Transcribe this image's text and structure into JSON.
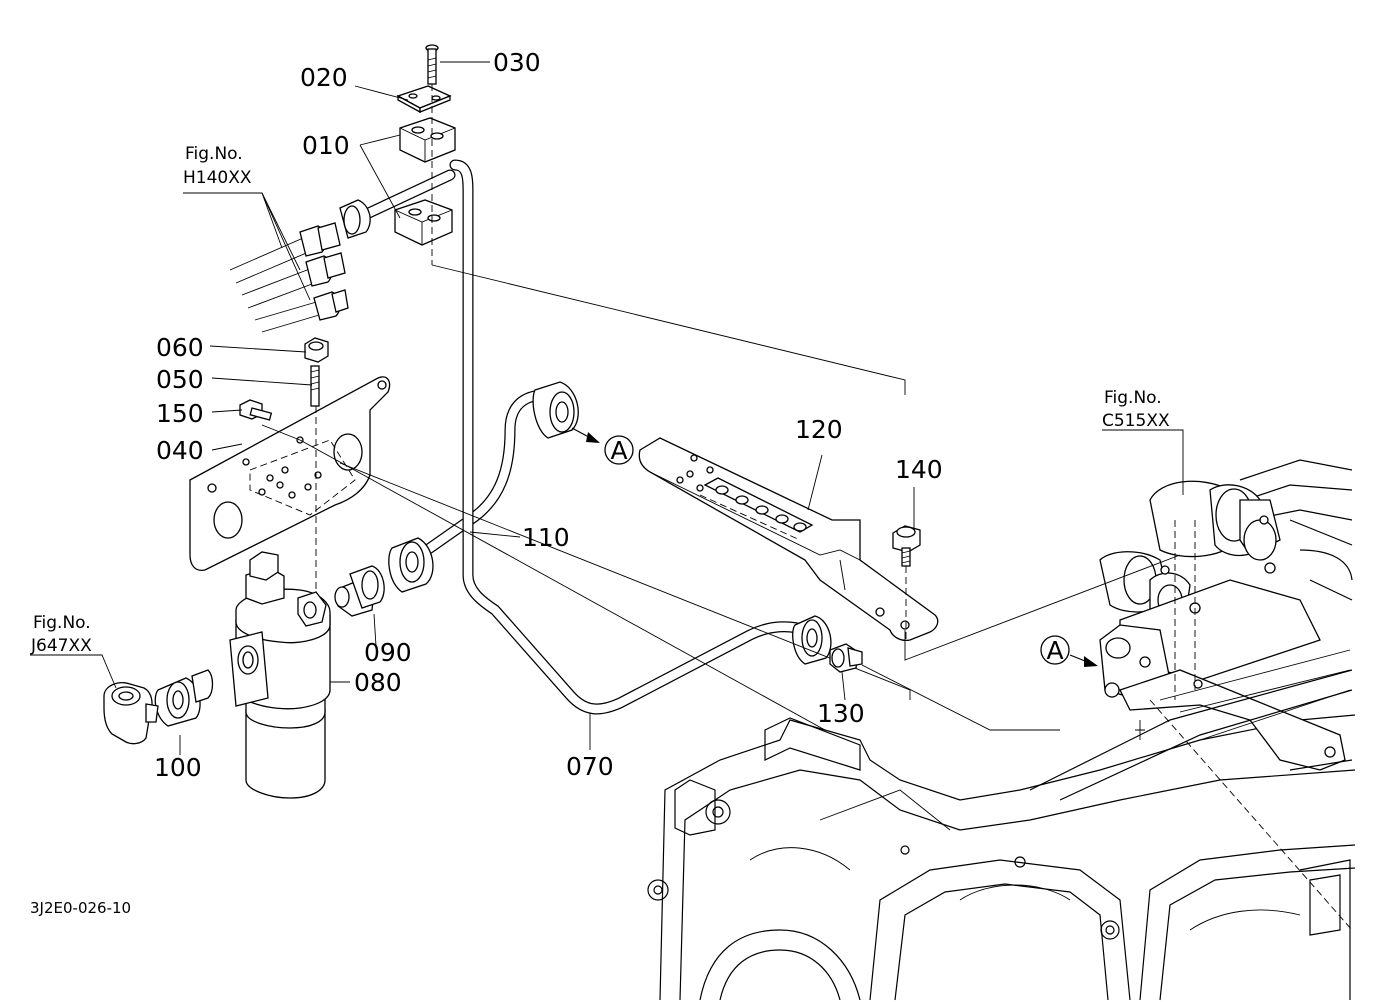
{
  "drawing_number": "3J2E0-026-10",
  "callouts": {
    "c010": "010",
    "c020": "020",
    "c030": "030",
    "c040": "040",
    "c050": "050",
    "c060": "060",
    "c070": "070",
    "c080": "080",
    "c090": "090",
    "c100": "100",
    "c110": "110",
    "c120": "120",
    "c130": "130",
    "c140": "140",
    "c150": "150"
  },
  "figure_refs": {
    "h140": {
      "line1": "Fig.No.",
      "line2": "H140XX"
    },
    "j647": {
      "line1": "Fig.No.",
      "line2": "J647XX"
    },
    "c515": {
      "line1": "Fig.No.",
      "line2": "C515XX"
    }
  },
  "connection_marker": "A"
}
